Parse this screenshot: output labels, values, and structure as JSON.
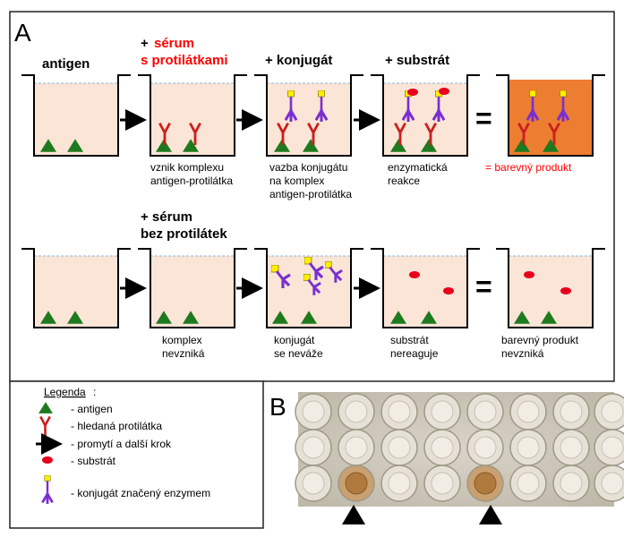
{
  "panel_a": {
    "letter": "A",
    "row1": {
      "step1_title": "antigen",
      "step2_plus": "+",
      "step2_title_l1": "sérum",
      "step2_title_l2": "s protilátkami",
      "step3_title": "+ konjugát",
      "step4_title": "+ substrát",
      "equals": "=",
      "cap2_l1": "vznik komplexu",
      "cap2_l2": "antigen-protilátka",
      "cap3_l1": "vazba konjugátu",
      "cap3_l2": "na komplex",
      "cap3_l3": "antigen-protilátka",
      "cap4_l1": "enzymatická",
      "cap4_l2": "reakce",
      "cap5": "= barevný produkt"
    },
    "row2": {
      "step2_title_l1": "+ sérum",
      "step2_title_l2": "bez protilátek",
      "equals": "=",
      "cap2_l1": "komplex",
      "cap2_l2": "nevzniká",
      "cap3_l1": "konjugát",
      "cap3_l2": "se neváže",
      "cap4_l1": "substrát",
      "cap4_l2": "nereaguje",
      "cap5_l1": "barevný produkt",
      "cap5_l2": "nevzniká"
    }
  },
  "legend": {
    "title": "Legenda",
    "colon": ":",
    "items": [
      "- antigen",
      "- hledaná protilátka",
      "- promytí a další krok",
      "- substrát",
      "- konjugát značený enzymem"
    ]
  },
  "panel_b": {
    "letter": "B"
  },
  "colors": {
    "well_fill": "#fbe5d6",
    "well_colored": "#ed7d31",
    "antigen": "#1e7a1e",
    "antibody": "#cc1f1f",
    "conjugate": "#7a2fd0",
    "enzyme": "#ffee00",
    "substrate": "#e8001c",
    "red_text": "#ff0000"
  }
}
